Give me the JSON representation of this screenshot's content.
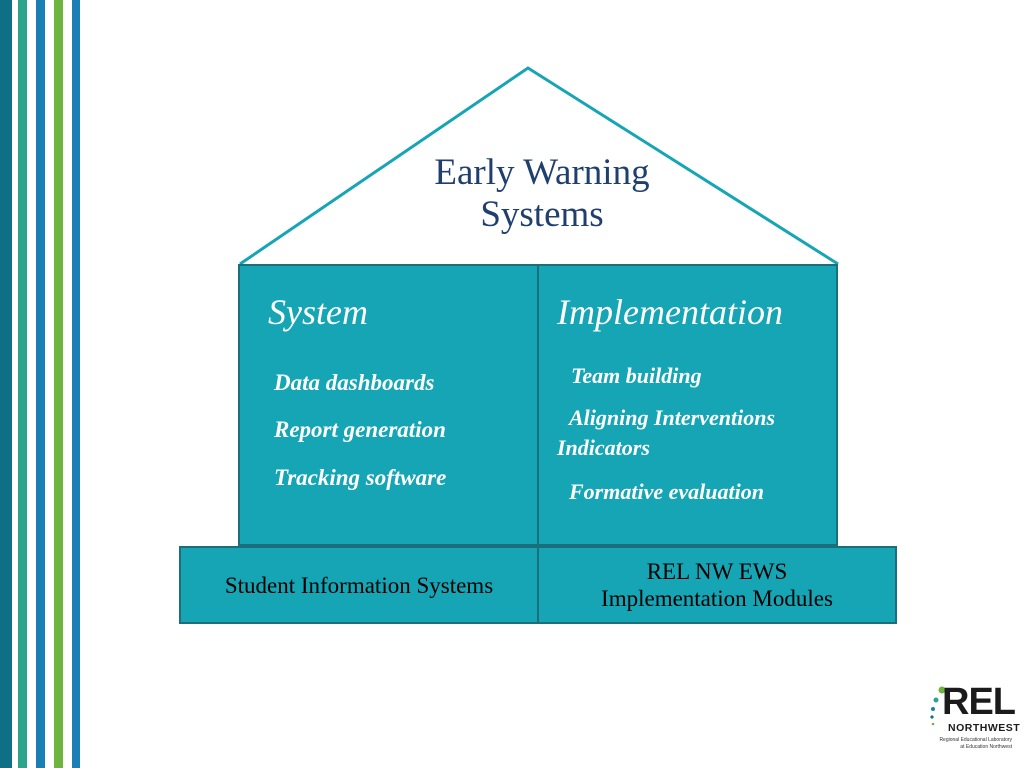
{
  "slide": {
    "title": "Early Warning Systems",
    "title_line1": "Early Warning",
    "title_line2": "Systems",
    "colors": {
      "teal": "#16a5b5",
      "border": "#1b6f7a",
      "title": "#1f3f6e",
      "stripes": [
        "#0f6f86",
        "#2aa58c",
        "#6fb43f",
        "#1a7fb5"
      ]
    }
  },
  "left_column": {
    "heading": "System",
    "items": [
      "Data dashboards",
      "Report generation",
      "Tracking software"
    ]
  },
  "right_column": {
    "heading": "Implementation",
    "items": [
      "Team building",
      "Aligning Interventions",
      "Indicators",
      "Formative evaluation"
    ]
  },
  "foundation": {
    "left": "Student Information Systems",
    "right_line1": "REL NW EWS",
    "right_line2": "Implementation Modules"
  },
  "logo": {
    "name": "REL",
    "region": "NORTHWEST",
    "subtitle_line1": "Regional Educational Laboratory",
    "subtitle_line2": "at Education Northwest"
  }
}
